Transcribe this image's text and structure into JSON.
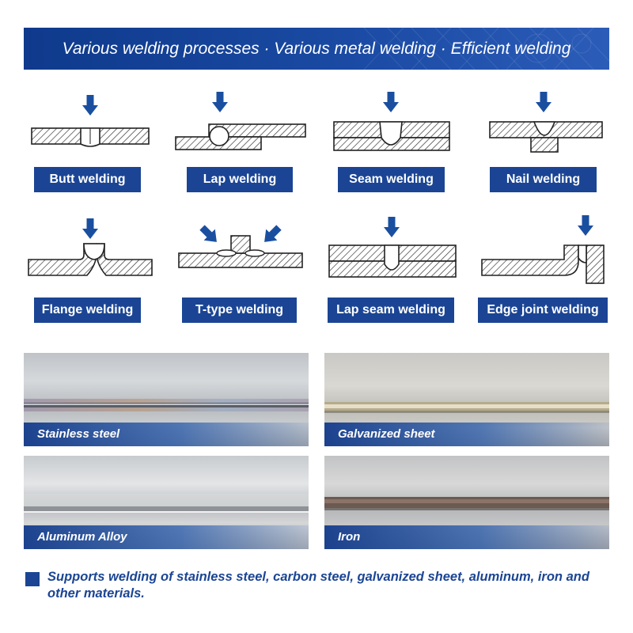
{
  "banner": {
    "title": "Various welding processes · Various metal welding · Efficient welding"
  },
  "processes": [
    {
      "label": "Butt welding"
    },
    {
      "label": "Lap welding"
    },
    {
      "label": "Seam welding"
    },
    {
      "label": "Nail welding"
    },
    {
      "label": "Flange welding"
    },
    {
      "label": "T-type welding"
    },
    {
      "label": "Lap seam welding"
    },
    {
      "label": "Edge joint welding"
    }
  ],
  "materials": [
    {
      "label": "Stainless steel"
    },
    {
      "label": "Galvanized sheet"
    },
    {
      "label": "Aluminum Alloy"
    },
    {
      "label": "Iron"
    }
  ],
  "footer": {
    "text": "Supports welding of stainless steel, carbon steel, galvanized sheet, aluminum, iron and other materials."
  },
  "colors": {
    "brand_blue": "#1b4594",
    "banner_blue": "#0f3a8c",
    "arrow_blue": "#1a4fa0"
  }
}
